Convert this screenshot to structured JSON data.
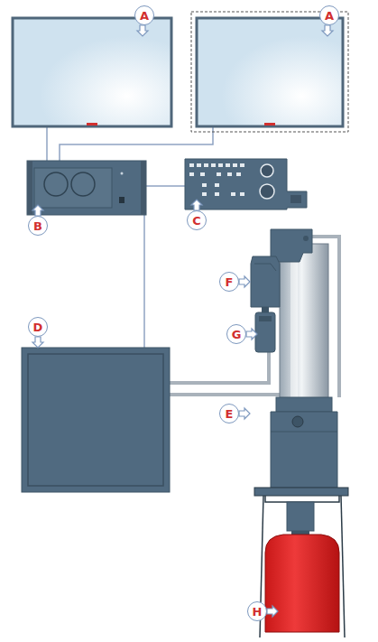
{
  "diagram": {
    "labels": [
      "A",
      "A",
      "B",
      "C",
      "D",
      "E",
      "F",
      "G",
      "H"
    ]
  }
}
